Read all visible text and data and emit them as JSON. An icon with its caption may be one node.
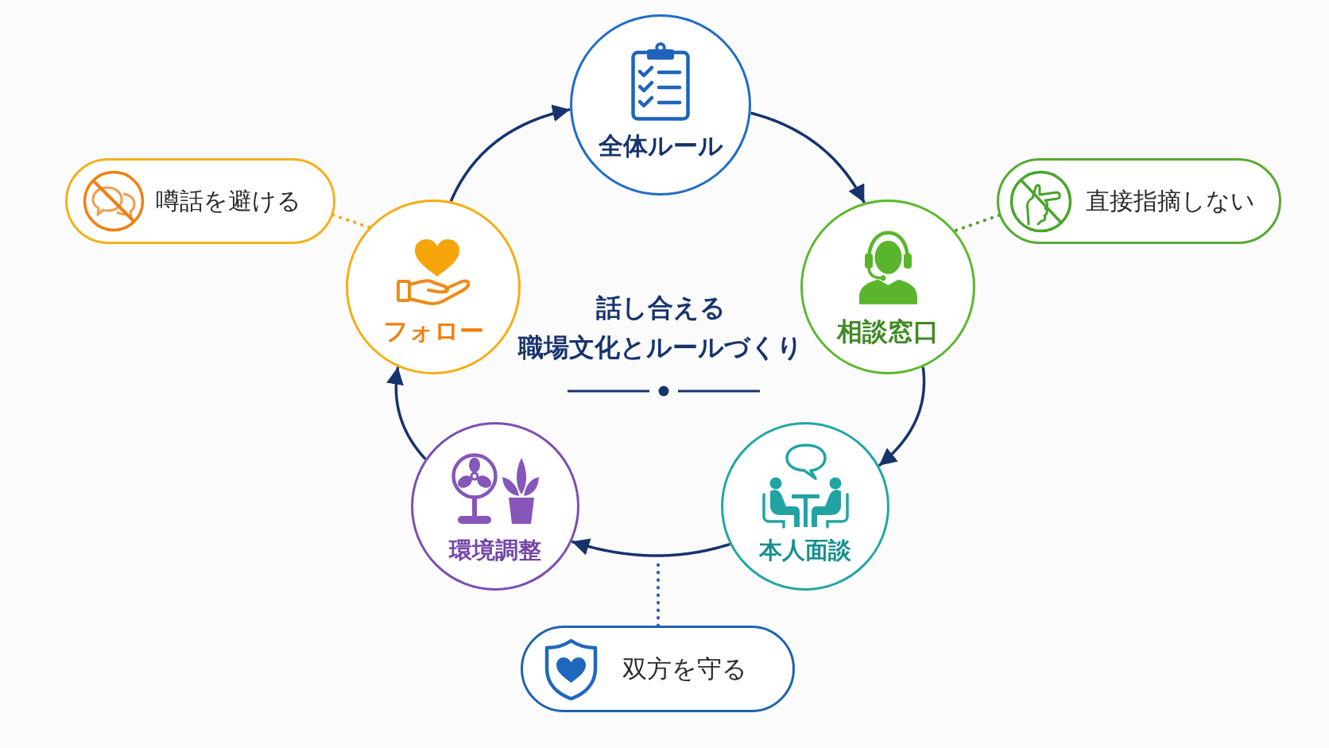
{
  "diagram": {
    "title": "話し合える職場文化とルールづくり",
    "nodes": [
      {
        "text": [
          "全体ルール"
        ]
      },
      {
        "text": [
          "噂話を避ける"
        ]
      },
      {
        "text": [
          "直接指摘しない"
        ]
      },
      {
        "text": [
          "フォロー"
        ]
      },
      {
        "text": [
          "相談窓口"
        ]
      },
      {
        "text": [
          "環境調整"
        ]
      },
      {
        "text": [
          "本人面談"
        ]
      },
      {
        "text": [
          "双方を守る"
        ]
      }
    ],
    "edges": [
      {
        "from": 3,
        "to": 0,
        "arrow": "to"
      },
      {
        "from": 0,
        "to": 4,
        "arrow": "to"
      },
      {
        "from": 4,
        "to": 6,
        "arrow": "to"
      },
      {
        "from": 6,
        "to": 5,
        "arrow": "to"
      },
      {
        "from": 5,
        "to": 3,
        "arrow": "to"
      },
      {
        "from": 1,
        "to": 3,
        "arrow": "none",
        "style": "dashed",
        "color": "#f5a91c"
      },
      {
        "from": 2,
        "to": 4,
        "arrow": "none",
        "style": "dashed",
        "color": "#4fa62e"
      },
      {
        "from": 7,
        "to": null,
        "arrow": "none",
        "style": "dashed",
        "color": "#1f5fb0"
      }
    ]
  }
}
